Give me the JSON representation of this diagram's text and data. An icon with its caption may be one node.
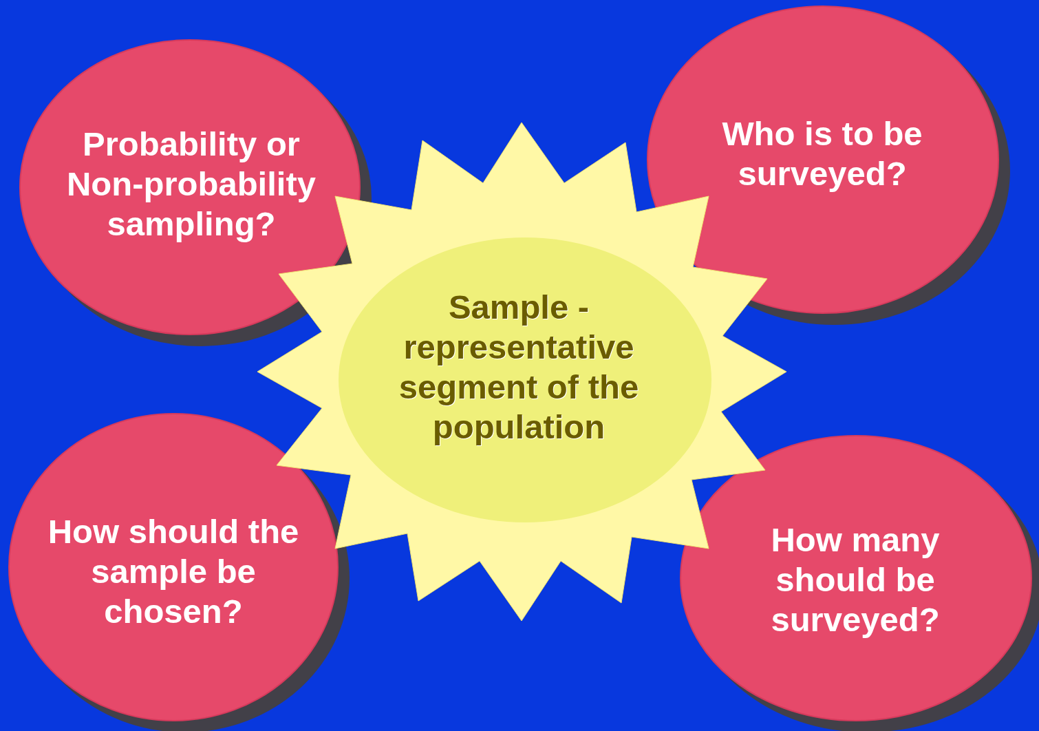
{
  "diagram": {
    "nodes": [
      {
        "text": [
          "Probability or Non-probability sampling?"
        ]
      },
      {
        "text": [
          "Who is to be surveyed?"
        ]
      },
      {
        "text": [
          "Sample - representative segment of the population"
        ]
      },
      {
        "text": [
          "How should the sample be chosen?"
        ]
      },
      {
        "text": [
          "How many should be surveyed?"
        ]
      }
    ],
    "edges": []
  }
}
